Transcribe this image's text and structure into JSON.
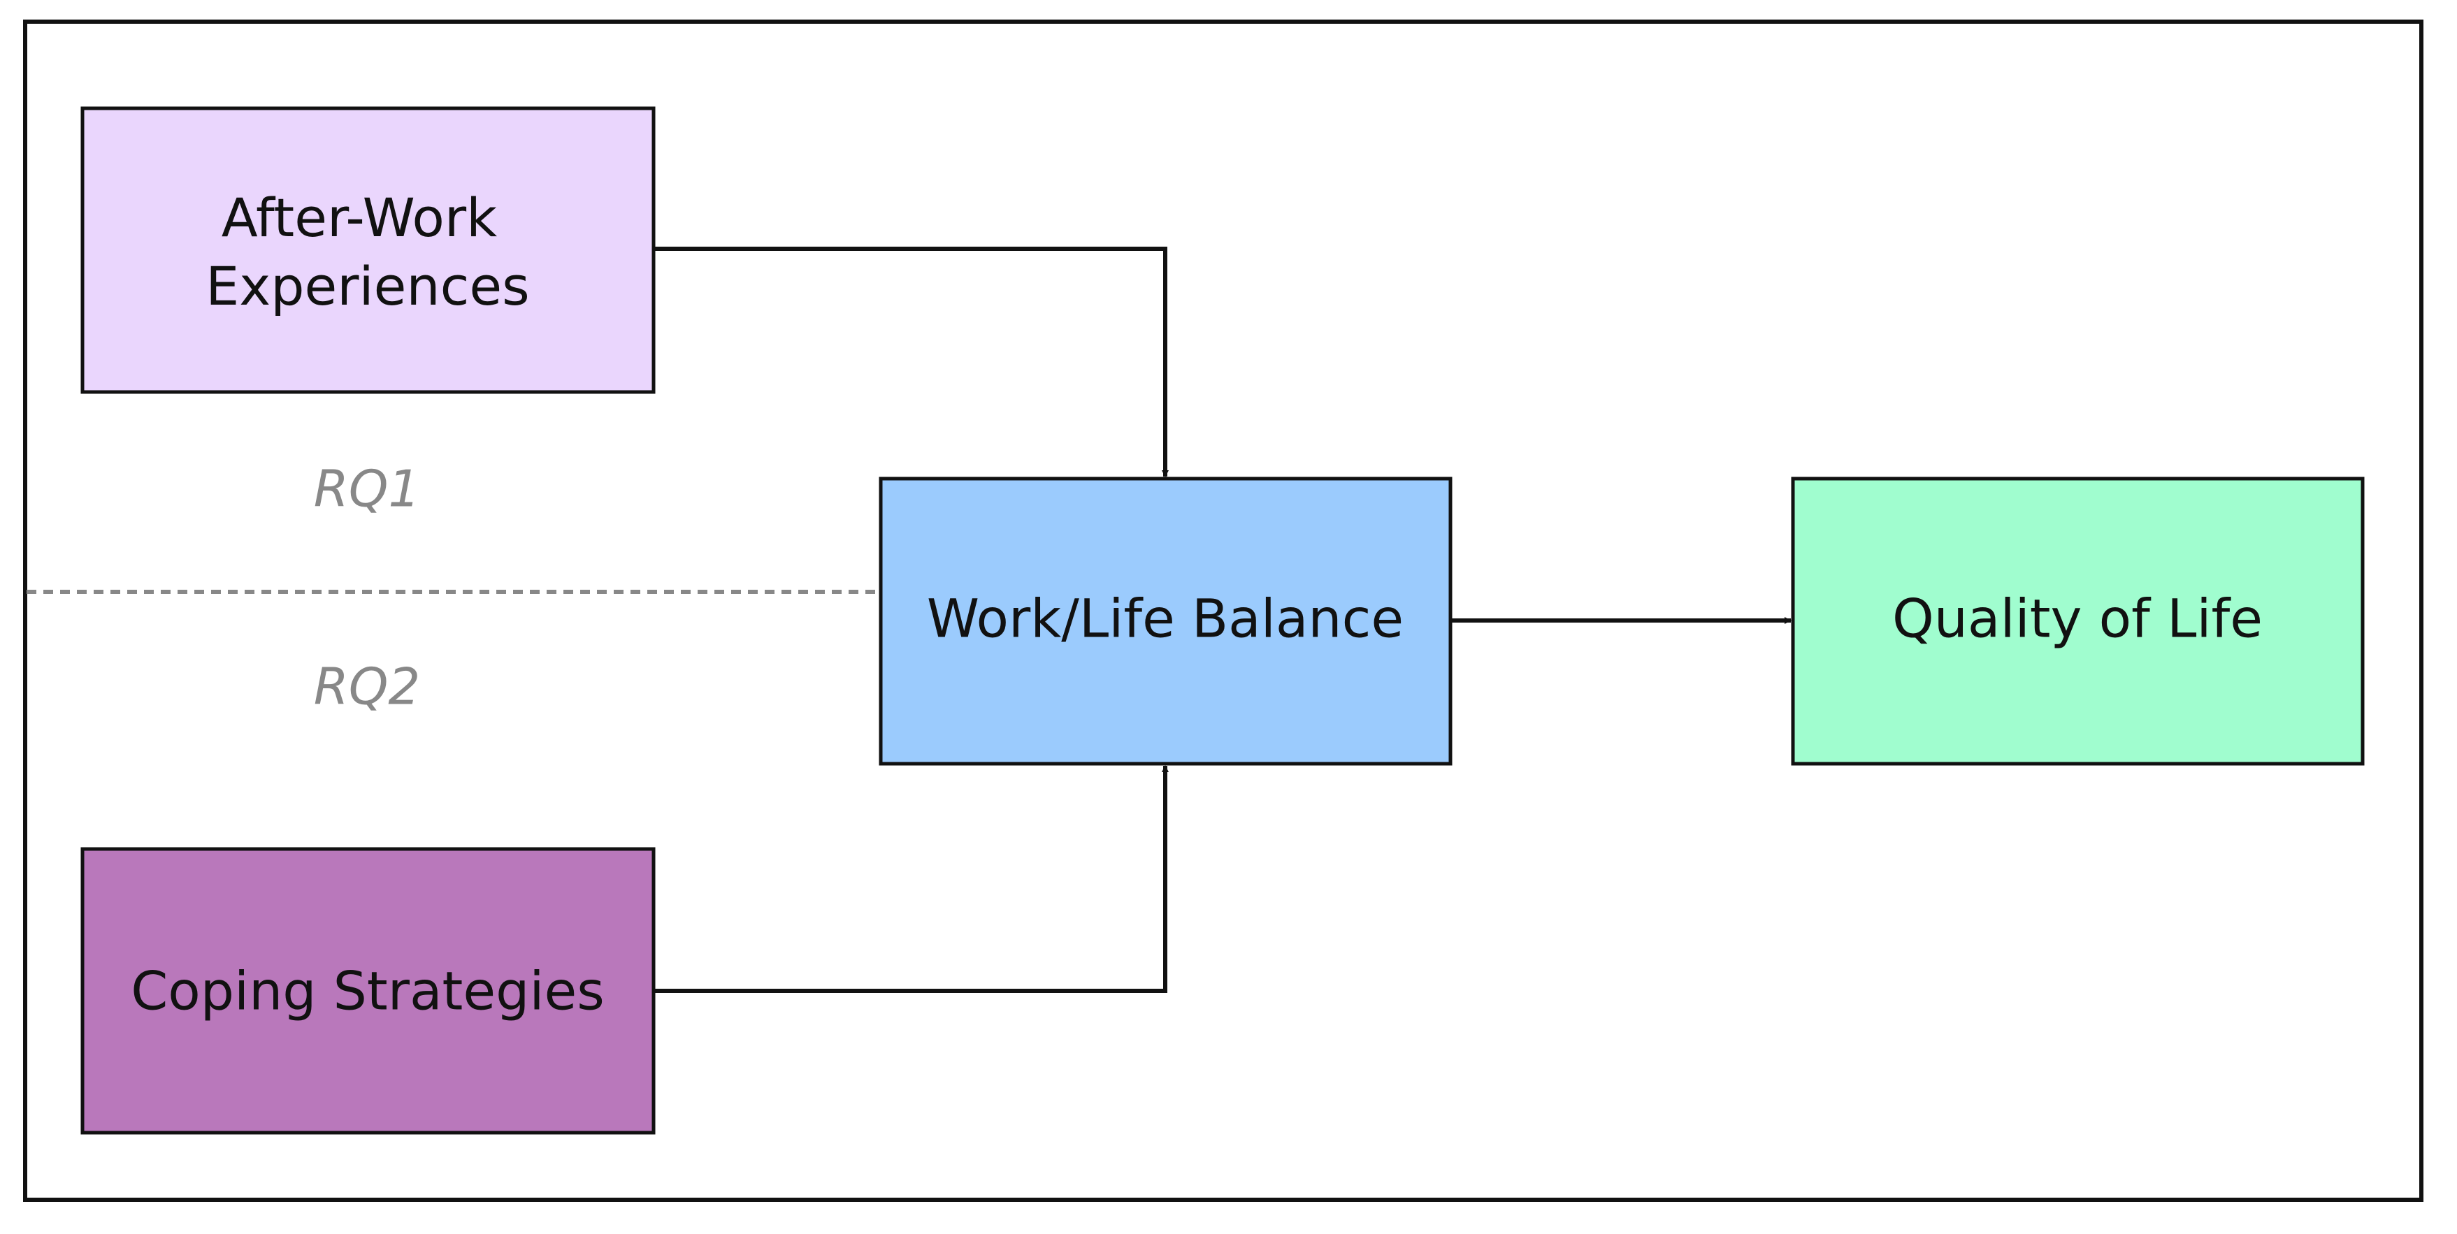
{
  "nodes": {
    "after_work": {
      "label_line1": "After-Work",
      "label_line2": "Experiences",
      "fill": "#ead6fd"
    },
    "coping": {
      "label": "Coping Strategies",
      "fill": "#b978bb"
    },
    "balance": {
      "label": "Work/Life Balance",
      "fill": "#9bcbfd"
    },
    "quality": {
      "label": "Quality of Life",
      "fill": "#a0fdcf"
    }
  },
  "research_questions": {
    "rq1": "RQ1",
    "rq2": "RQ2"
  },
  "colors": {
    "stroke": "#111111",
    "divider": "#888888",
    "rq_text": "#888888"
  }
}
